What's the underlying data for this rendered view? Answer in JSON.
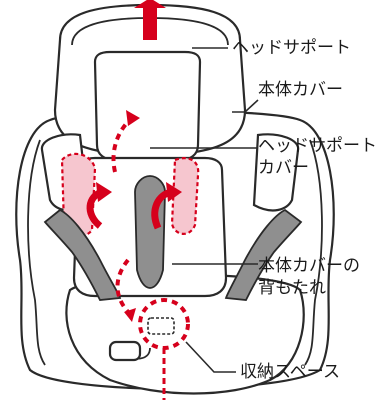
{
  "labels": {
    "head_support": "ヘッドサポート",
    "body_cover": "本体カバー",
    "head_support_cover_line1": "ヘッドサポート",
    "head_support_cover_line2": "カバー",
    "backrest_line1": "本体カバーの",
    "backrest_line2": "背もたれ",
    "storage_space": "収納スペース"
  },
  "colors": {
    "accent_red": "#d6001c",
    "strap_gray": "#8f8f8f",
    "pink_fill": "#f6c6cf",
    "outline": "#2a2a2a"
  },
  "icons": [
    "up-arrow-icon",
    "curved-arrow-icon",
    "dashed-curved-arrow-icon",
    "dashed-circle-marker"
  ]
}
